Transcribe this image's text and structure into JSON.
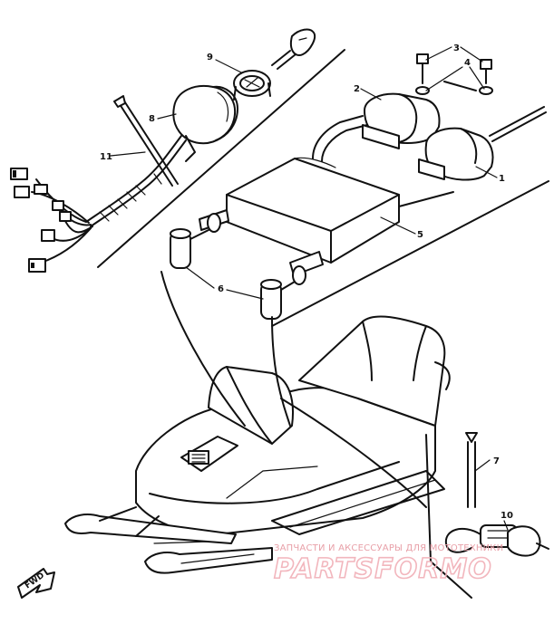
{
  "diagram": {
    "callouts": [
      {
        "id": "c1",
        "text": "1"
      },
      {
        "id": "c2",
        "text": "2"
      },
      {
        "id": "c3",
        "text": "3"
      },
      {
        "id": "c4",
        "text": "4"
      },
      {
        "id": "c5",
        "text": "5"
      },
      {
        "id": "c6",
        "text": "6"
      },
      {
        "id": "c7",
        "text": "7"
      },
      {
        "id": "c8",
        "text": "8"
      },
      {
        "id": "c9",
        "text": "9"
      },
      {
        "id": "c10",
        "text": "10"
      },
      {
        "id": "c11",
        "text": "11"
      }
    ],
    "direction_label": "FWD"
  },
  "watermark": {
    "subtitle": "ЗАПЧАСТИ И АКСЕССУАРЫ ДЛЯ МОТОТЕХНИКИ",
    "logo_text": "PARTSFORMO"
  },
  "colors": {
    "line": "#111111",
    "background": "#ffffff",
    "watermark": "#f2b6bd"
  }
}
